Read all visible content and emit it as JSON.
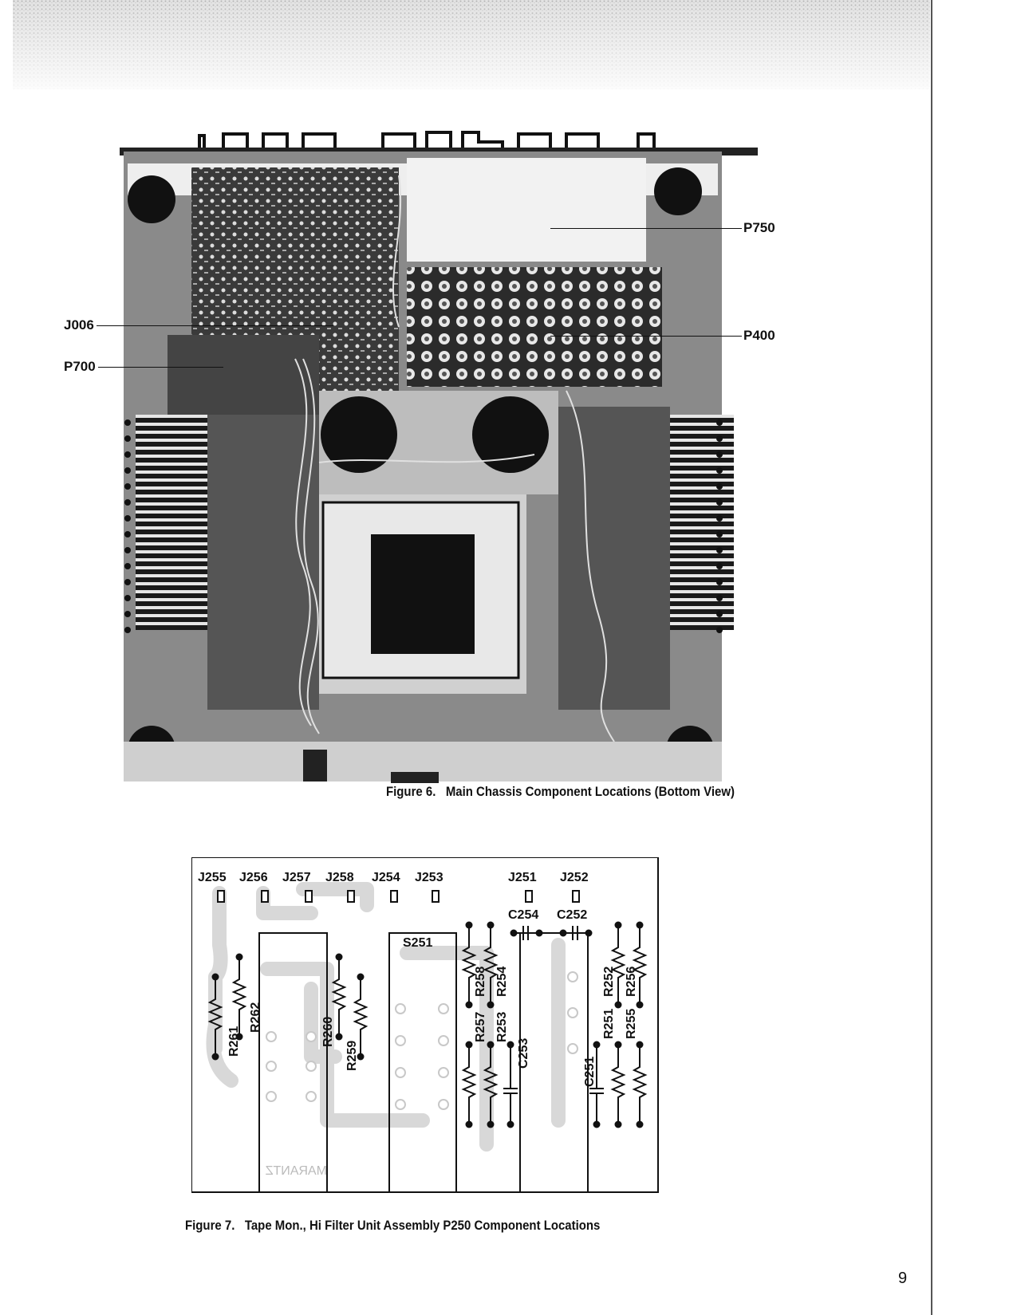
{
  "figure6": {
    "callouts": [
      "J006",
      "P700",
      "P750",
      "P400"
    ],
    "caption_num": "Figure 6.",
    "caption_text": "Main Chassis Component Locations (Bottom View)"
  },
  "figure7": {
    "top_jacks": [
      "J255",
      "J256",
      "J257",
      "J258",
      "J254",
      "J253",
      "J251",
      "J252"
    ],
    "switch": "S251",
    "capacitors": [
      "C254",
      "C252",
      "C253",
      "C251"
    ],
    "resistors": [
      "R261",
      "R262",
      "R260",
      "R259",
      "R258",
      "R254",
      "R257",
      "R253",
      "R252",
      "R256",
      "R251",
      "R255"
    ],
    "board_marking": "MARANTZ",
    "caption_num": "Figure 7.",
    "caption_text": "Tape Mon., Hi Filter Unit Assembly P250 Component Locations"
  },
  "page_number": "9"
}
